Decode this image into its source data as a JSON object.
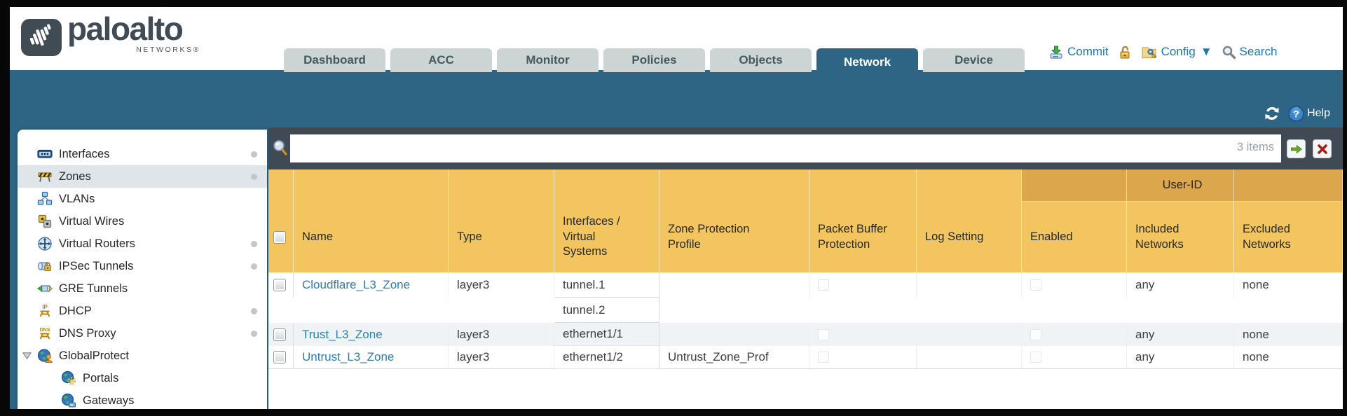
{
  "brand": {
    "name": "paloalto",
    "sub": "NETWORKS®"
  },
  "nav_tabs": [
    {
      "label": "Dashboard",
      "active": false
    },
    {
      "label": "ACC",
      "active": false
    },
    {
      "label": "Monitor",
      "active": false
    },
    {
      "label": "Policies",
      "active": false
    },
    {
      "label": "Objects",
      "active": false
    },
    {
      "label": "Network",
      "active": true
    },
    {
      "label": "Device",
      "active": false
    }
  ],
  "header_actions": {
    "commit": "Commit",
    "config": "Config",
    "search": "Search"
  },
  "status_bar": {
    "help": "Help"
  },
  "sidebar": {
    "items": [
      {
        "label": "Interfaces",
        "icon": "interfaces-icon",
        "has_status_dot": true,
        "selected": false,
        "indent": 0
      },
      {
        "label": "Zones",
        "icon": "zones-icon",
        "has_status_dot": true,
        "selected": true,
        "indent": 0
      },
      {
        "label": "VLANs",
        "icon": "vlans-icon",
        "has_status_dot": false,
        "selected": false,
        "indent": 0
      },
      {
        "label": "Virtual Wires",
        "icon": "virtual-wires-icon",
        "has_status_dot": false,
        "selected": false,
        "indent": 0
      },
      {
        "label": "Virtual Routers",
        "icon": "virtual-routers-icon",
        "has_status_dot": true,
        "selected": false,
        "indent": 0
      },
      {
        "label": "IPSec Tunnels",
        "icon": "ipsec-tunnels-icon",
        "has_status_dot": true,
        "selected": false,
        "indent": 0
      },
      {
        "label": "GRE Tunnels",
        "icon": "gre-tunnels-icon",
        "has_status_dot": false,
        "selected": false,
        "indent": 0
      },
      {
        "label": "DHCP",
        "icon": "dhcp-icon",
        "has_status_dot": true,
        "selected": false,
        "indent": 0
      },
      {
        "label": "DNS Proxy",
        "icon": "dns-proxy-icon",
        "has_status_dot": true,
        "selected": false,
        "indent": 0
      },
      {
        "label": "GlobalProtect",
        "icon": "globalprotect-icon",
        "has_status_dot": false,
        "selected": false,
        "indent": 0,
        "expanded": true
      },
      {
        "label": "Portals",
        "icon": "portals-icon",
        "has_status_dot": false,
        "selected": false,
        "indent": 1
      },
      {
        "label": "Gateways",
        "icon": "gateways-icon",
        "has_status_dot": false,
        "selected": false,
        "indent": 1
      }
    ]
  },
  "toolbar": {
    "filter_value": "",
    "items_count": "3 items"
  },
  "table": {
    "column_group": {
      "label": "User-ID",
      "spans": [
        "Enabled",
        "Included Networks",
        "Excluded Networks"
      ]
    },
    "columns": [
      "Name",
      "Type",
      "Interfaces / Virtual Systems",
      "Zone Protection Profile",
      "Packet Buffer Protection",
      "Log Setting",
      "Enabled",
      "Included Networks",
      "Excluded Networks"
    ],
    "rows": [
      {
        "name": "Cloudflare_L3_Zone",
        "type": "layer3",
        "interfaces": [
          "tunnel.1",
          "tunnel.2"
        ],
        "zone_protection_profile": "",
        "log_setting": "",
        "packet_buffer_protection_checked": false,
        "user_id_enabled_checked": false,
        "included_networks": "any",
        "excluded_networks": "none"
      },
      {
        "name": "Trust_L3_Zone",
        "type": "layer3",
        "interfaces": [
          "ethernet1/1"
        ],
        "zone_protection_profile": "",
        "log_setting": "",
        "packet_buffer_protection_checked": false,
        "user_id_enabled_checked": false,
        "included_networks": "any",
        "excluded_networks": "none"
      },
      {
        "name": "Untrust_L3_Zone",
        "type": "layer3",
        "interfaces": [
          "ethernet1/2"
        ],
        "zone_protection_profile": "Untrust_Zone_Prof",
        "log_setting": "",
        "packet_buffer_protection_checked": false,
        "user_id_enabled_checked": false,
        "included_networks": "any",
        "excluded_networks": "none"
      }
    ]
  },
  "colors": {
    "accent_teal": "#2F6584",
    "table_header_orange": "#F2C55F",
    "column_group_band": "#DBA64C",
    "link_blue": "#2E7FA9",
    "action_blue": "#1E78AB",
    "toolbar_dark": "#3F4A54",
    "selected_item_bg": "#DFE5E9"
  }
}
